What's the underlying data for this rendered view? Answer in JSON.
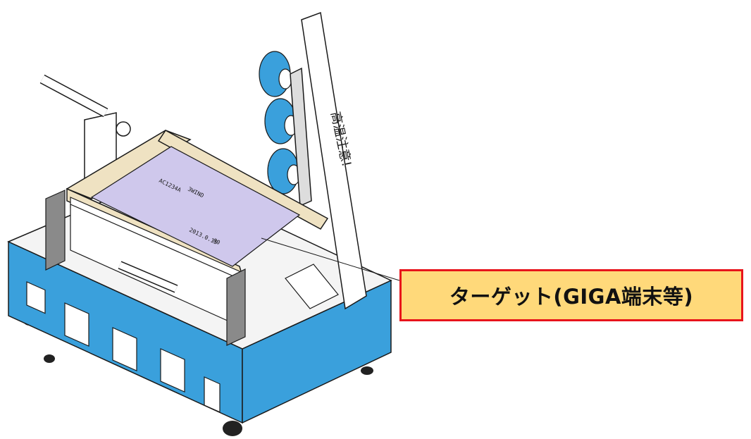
{
  "callout": {
    "label": "ターゲット(GIGA端末等)"
  },
  "device": {
    "warning_text": "高温注意!",
    "label_plate_1": "AC1234A",
    "label_plate_2": "3WIND",
    "label_plate_3": "2013.0.15",
    "label_plate_4": "00"
  },
  "colors": {
    "body_blue": "#3aa0dc",
    "target_lavender": "#cfc8ec",
    "wood_frame": "#efe2c2",
    "callout_fill": "#ffd97a",
    "callout_border": "#e8141b"
  }
}
